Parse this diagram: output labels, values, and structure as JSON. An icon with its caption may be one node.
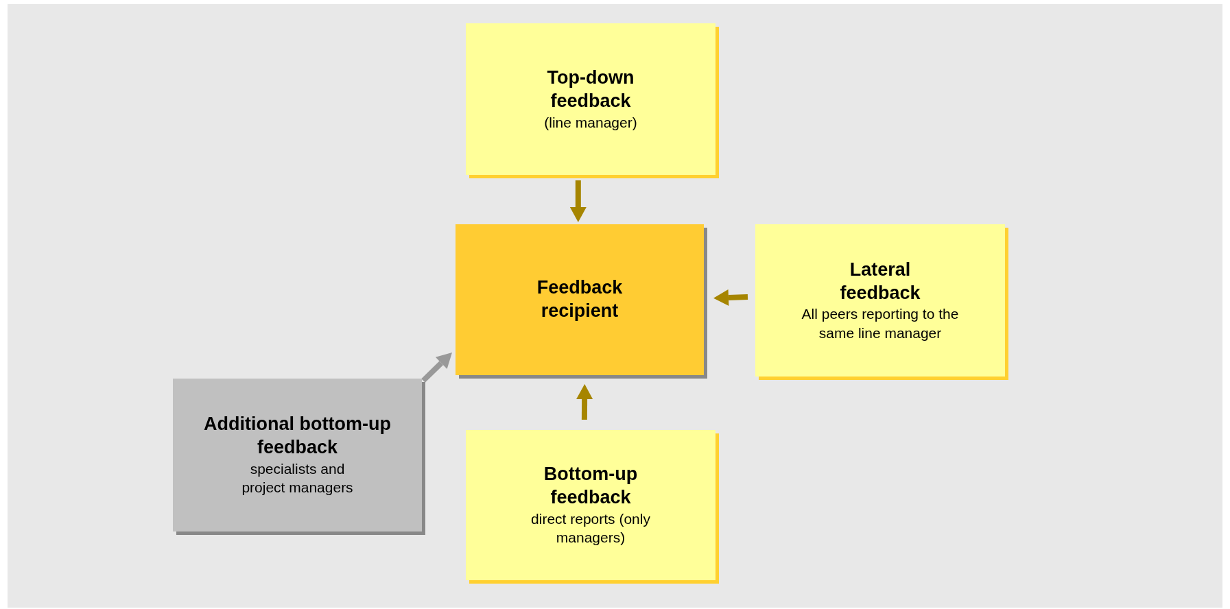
{
  "diagram": {
    "nodes": [
      {
        "text": [
          "Top-down feedback",
          "(line manager)"
        ]
      },
      {
        "text": [
          "Feedback recipient"
        ]
      },
      {
        "text": [
          "Lateral feedback",
          "All peers reporting to the same line manager"
        ]
      },
      {
        "text": [
          "Additional bottom-up feedback",
          "specialists and project managers"
        ]
      },
      {
        "text": [
          "Bottom-up feedback",
          "direct reports (only managers)"
        ]
      }
    ],
    "edges": [
      {
        "from": 0,
        "to": 1,
        "arrow": "to"
      },
      {
        "from": 2,
        "to": 1,
        "arrow": "to"
      },
      {
        "from": 4,
        "to": 1,
        "arrow": "to"
      },
      {
        "from": 3,
        "to": 1,
        "arrow": "to",
        "color": "#999999"
      }
    ]
  }
}
